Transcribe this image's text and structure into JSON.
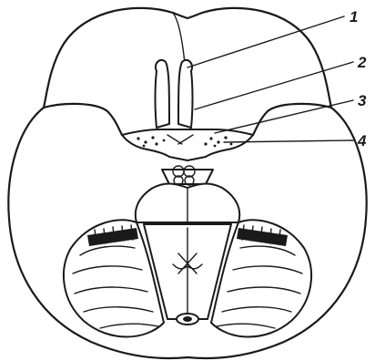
{
  "labels": [
    {
      "id": "1",
      "text": "1"
    },
    {
      "id": "2",
      "text": "2"
    },
    {
      "id": "3",
      "text": "3"
    },
    {
      "id": "4",
      "text": "4"
    }
  ],
  "colors": {
    "ink": "#1a1a1a",
    "background": "#ffffff"
  }
}
